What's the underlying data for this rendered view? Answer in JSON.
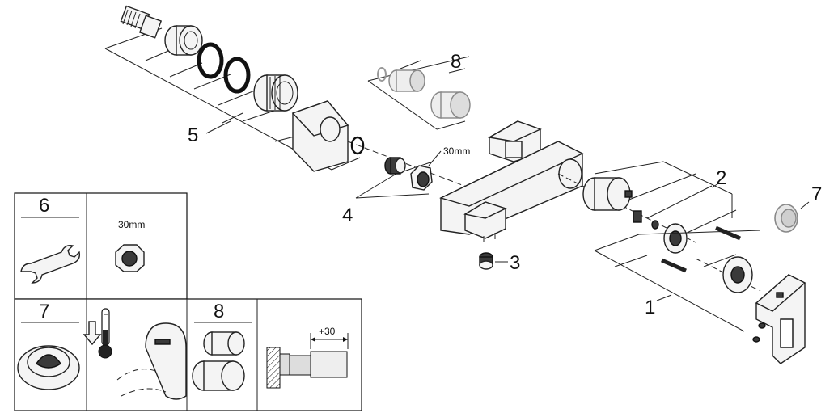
{
  "callouts": {
    "c1": "1",
    "c2": "2",
    "c3": "3",
    "c4": "4",
    "c5": "5",
    "c7": "7",
    "c8": "8"
  },
  "nut_size_label": "30mm",
  "legend": {
    "c6": "6",
    "size_label": "30mm",
    "c7": "7",
    "c8": "8",
    "extension_label": "+30"
  }
}
